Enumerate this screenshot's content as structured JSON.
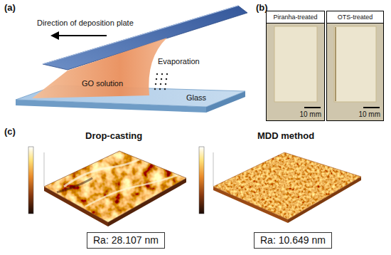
{
  "diagram": {
    "nodes": [
      {
        "text": [
          "Piranha-treated",
          "10 mm"
        ]
      },
      {
        "text": [
          "OTS-treated",
          "10 mm"
        ]
      },
      {
        "text": [
          "Ra: 28.107 nm"
        ]
      },
      {
        "text": [
          "Ra: 10.649 nm"
        ]
      }
    ],
    "labels": [
      "(a)",
      "Direction of deposition plate",
      "GO solution",
      "Evaporation",
      "Glass",
      "(b)",
      "(c)",
      "Drop-casting",
      "MDD method"
    ]
  }
}
